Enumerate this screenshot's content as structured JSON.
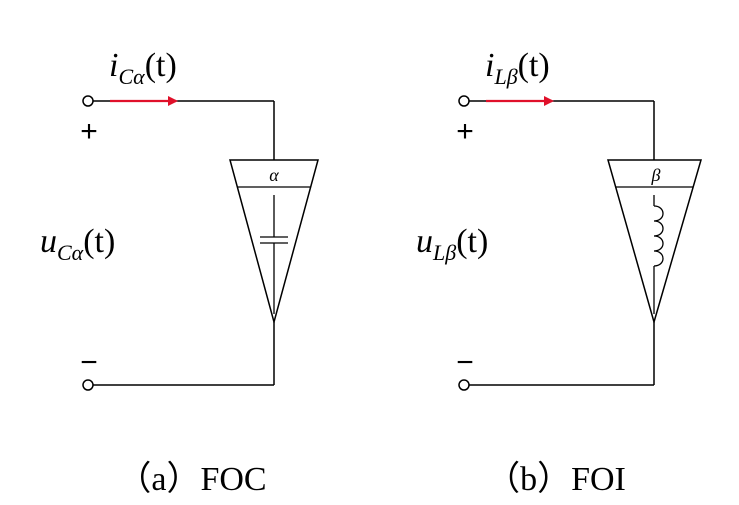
{
  "colors": {
    "wire": "#000000",
    "arrow": "#e0102a",
    "background": "#ffffff"
  },
  "figures": [
    {
      "current_label": {
        "main": "i",
        "sub": "Cα",
        "arg": "(t)"
      },
      "voltage_label": {
        "main": "u",
        "sub": "Cα",
        "arg": "(t)"
      },
      "plus": "+",
      "minus": "−",
      "element_order": "α",
      "element_icon": "capacitor-icon",
      "caption": "（a）FOC"
    },
    {
      "current_label": {
        "main": "i",
        "sub": "Lβ",
        "arg": "(t)"
      },
      "voltage_label": {
        "main": "u",
        "sub": "Lβ",
        "arg": "(t)"
      },
      "plus": "+",
      "minus": "−",
      "element_order": "β",
      "element_icon": "inductor-icon",
      "caption": "（b）FOI"
    }
  ]
}
